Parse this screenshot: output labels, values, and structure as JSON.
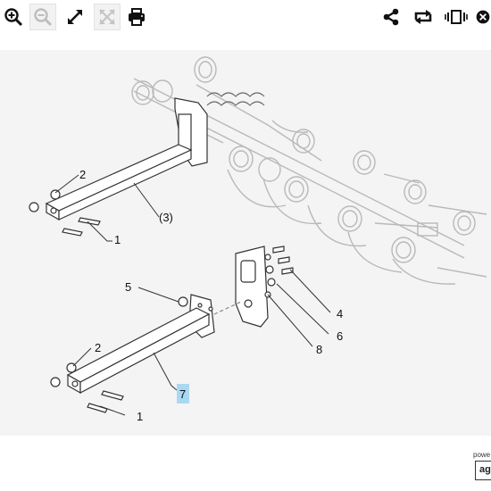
{
  "toolbar": {
    "left": [
      {
        "name": "zoom-in-button",
        "icon": "zoom-in-icon",
        "enabled": true
      },
      {
        "name": "zoom-out-button",
        "icon": "zoom-out-icon",
        "enabled": false
      },
      {
        "name": "expand-button",
        "icon": "expand-icon",
        "enabled": true
      },
      {
        "name": "fit-button",
        "icon": "fit-icon",
        "enabled": false
      },
      {
        "name": "print-button",
        "icon": "printer-icon",
        "enabled": true
      }
    ],
    "right": [
      {
        "name": "share-button",
        "icon": "share-icon"
      },
      {
        "name": "rotate-button",
        "icon": "rotate-icon"
      },
      {
        "name": "view-mode-button",
        "icon": "view-mode-icon"
      },
      {
        "name": "close-button",
        "icon": "close-icon"
      }
    ]
  },
  "diagram": {
    "callouts": [
      "2",
      "(3)",
      "1",
      "5",
      "4",
      "6",
      "8",
      "2",
      "7",
      "1"
    ],
    "highlighted_callout": "7",
    "highlight_color": "#a9d8f2"
  },
  "footer": {
    "powered_by": "powe",
    "logo": "ag"
  }
}
